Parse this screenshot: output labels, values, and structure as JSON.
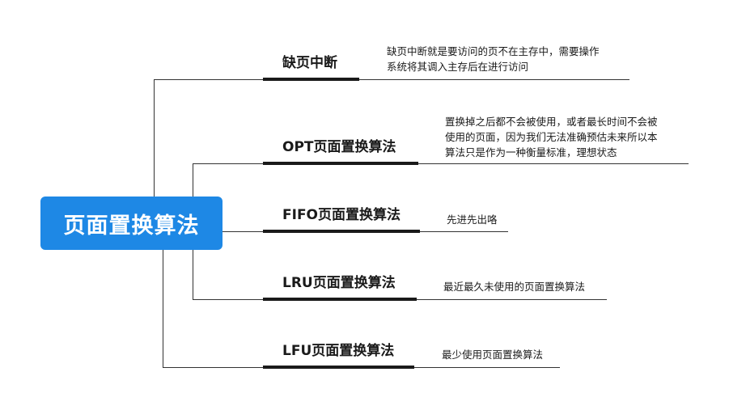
{
  "root": {
    "label": "页面置换算法"
  },
  "branches": [
    {
      "title": "缺页中断",
      "note": [
        "缺页中断就是要访问的页不在主存中，需要操作",
        "系统将其调入主存后在进行访问"
      ]
    },
    {
      "title": "OPT页面置换算法",
      "note": [
        "置换掉之后都不会被使用，或者最长时间不会被",
        "使用的页面，因为我们无法准确预估未来所以本",
        "算法只是作为一种衡量标准，理想状态"
      ]
    },
    {
      "title": "FIFO页面置换算法",
      "note": [
        "先进先出咯"
      ]
    },
    {
      "title": "LRU页面置换算法",
      "note": [
        "最近最久未使用的页面置换算法"
      ]
    },
    {
      "title": "LFU页面置换算法",
      "note": [
        "最少使用页面置换算法"
      ]
    }
  ],
  "colors": {
    "root_fill": "#1e88e5",
    "root_text": "#ffffff",
    "line": "#333333"
  }
}
